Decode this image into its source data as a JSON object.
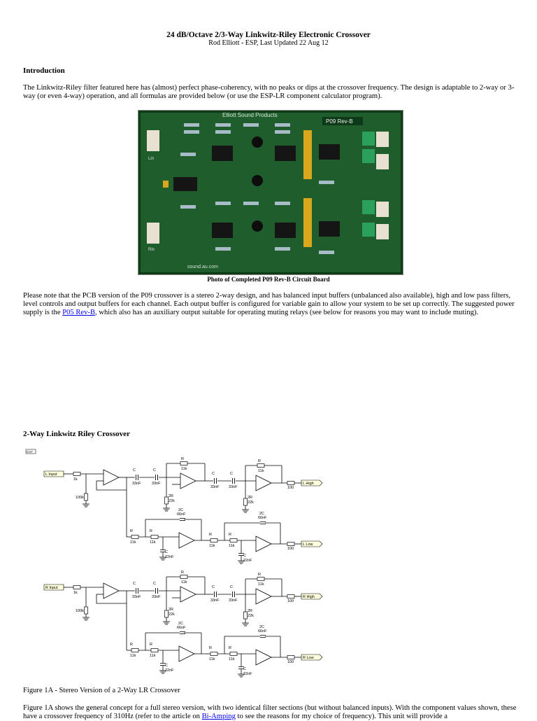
{
  "header": {
    "title": "24 dB/Octave 2/3-Way Linkwitz-Riley Electronic Crossover",
    "subtitle": "Rod Elliott - ESP, Last Updated 22 Aug 12"
  },
  "intro": {
    "heading": "Introduction",
    "text": "The Linkwitz-Riley filter featured here has (almost) perfect phase-coherency, with no peaks or dips at the crossover frequency. The design is adaptable to 2-way or 3-way (or even 4-way) operation, and all formulas are provided below (or use the ESP-LR component calculator program)."
  },
  "photo": {
    "caption": "Photo of Completed P09 Rev-B Circuit Board",
    "board_brand": "Elliott Sound Products",
    "board_id": "P09 Rev-B",
    "board_url": "sound.au.com",
    "board_label_lin": "Lin",
    "board_label_rin": "Rin"
  },
  "pcb_note": {
    "text_before": "Please note that the PCB version of the P09 crossover is a stereo 2-way design, and has balanced input buffers (unbalanced also available), high and low pass filters, level controls and output buffers for each channel. Each output buffer is configured for variable gain to allow your system to be set up correctly. The suggested power supply is the ",
    "link": "P05 Rev-B",
    "text_after": ", which also has an auxiliary output suitable for operating muting relays (see below for reasons you may want to include muting)."
  },
  "section2": {
    "heading": "2-Way Linkwitz Riley Crossover",
    "badge": "ESP",
    "figure_caption": "Figure 1A - Stereo Version of a 2-Way LR Crossover"
  },
  "schematic": {
    "inputs": [
      "L Input",
      "R Input"
    ],
    "outputs": [
      "L High",
      "L Low",
      "R High",
      "R Low"
    ],
    "in_res": "1k",
    "pulldown": "100k",
    "cap_hp": "33nF",
    "cap_2c": "66nF",
    "cap_c": "22nF",
    "r_fb": "11k",
    "r_2r": "22k",
    "r_lp": "11k",
    "r_out": "100",
    "lbl_r": "R",
    "lbl_c": "C",
    "lbl_2c": "2C",
    "lbl_2r": "2R"
  },
  "bottom": {
    "text_before": "Figure 1A shows the general concept for a full stereo version, with two identical filter sections (but without balanced inputs). With the component values shown, these have a crossover frequency of 310Hz (refer to the article on ",
    "link": "Bi-Amping",
    "text_after": " to see the reasons for my choice of frequency). This unit will provide a"
  }
}
